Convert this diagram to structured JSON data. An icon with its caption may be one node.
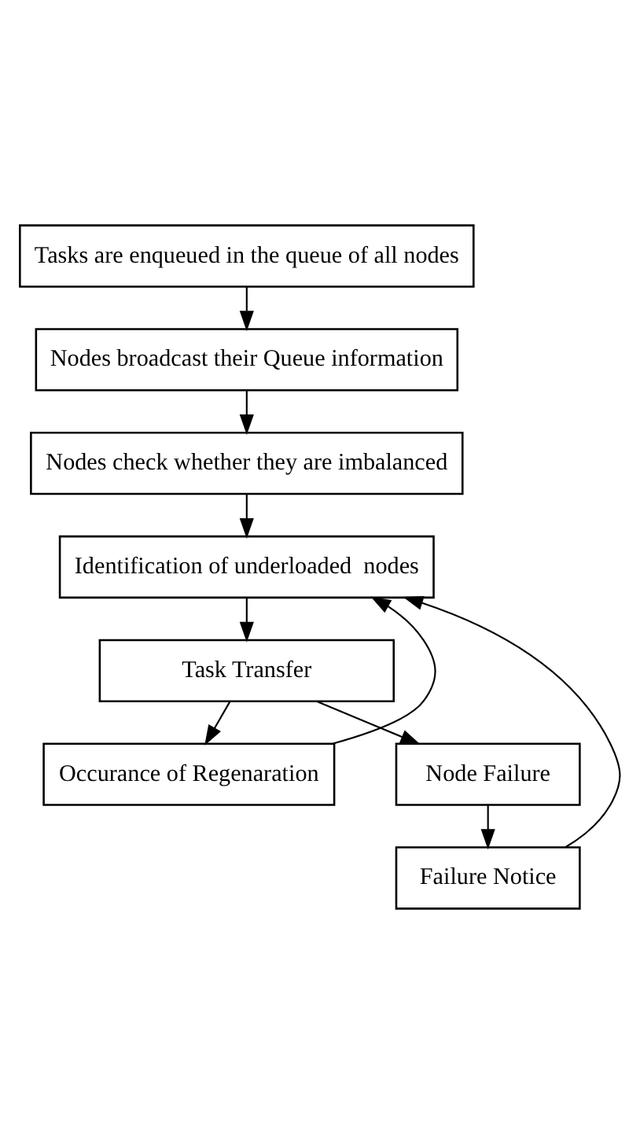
{
  "diagram": {
    "nodes": [
      {
        "text": [
          "Tasks are enqueued in the queue of all nodes"
        ]
      },
      {
        "text": [
          "Nodes broadcast their Queue information"
        ]
      },
      {
        "text": [
          "Nodes check whether they are imbalanced"
        ]
      },
      {
        "text": [
          "Identification of underloaded  nodes"
        ]
      },
      {
        "text": [
          "Task Transfer"
        ]
      },
      {
        "text": [
          "Occurance of Regenaration"
        ]
      },
      {
        "text": [
          "Node Failure"
        ]
      },
      {
        "text": [
          "Failure Notice"
        ]
      }
    ],
    "edges": [
      {
        "from": 0,
        "to": 1,
        "arrow": "to"
      },
      {
        "from": 1,
        "to": 2,
        "arrow": "to"
      },
      {
        "from": 2,
        "to": 3,
        "arrow": "to"
      },
      {
        "from": 3,
        "to": 4,
        "arrow": "to"
      },
      {
        "from": 4,
        "to": 5,
        "arrow": "to"
      },
      {
        "from": 4,
        "to": 6,
        "arrow": "to"
      },
      {
        "from": 6,
        "to": 7,
        "arrow": "to"
      },
      {
        "from": 5,
        "to": 3,
        "arrow": "to"
      },
      {
        "from": 7,
        "to": 3,
        "arrow": "to"
      }
    ]
  }
}
